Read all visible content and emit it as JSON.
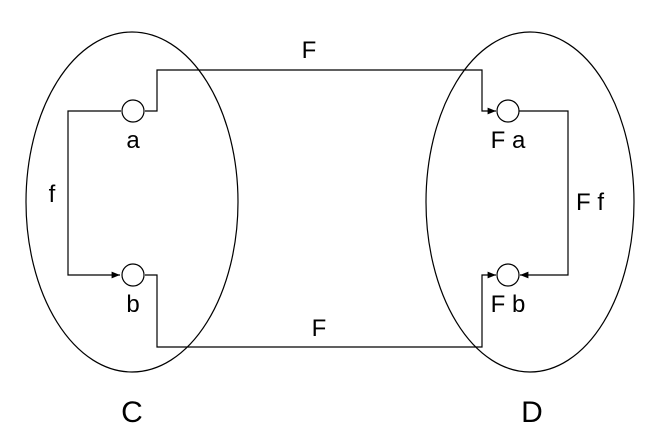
{
  "categories": {
    "source": {
      "name": "C",
      "objects": [
        "a",
        "b"
      ],
      "morphism": "f"
    },
    "target": {
      "name": "D",
      "objects": [
        "F a",
        "F b"
      ],
      "morphism": "F f"
    }
  },
  "functor": {
    "name": "F"
  },
  "edges": [
    {
      "from": "a",
      "to": "F a",
      "label": "F"
    },
    {
      "from": "b",
      "to": "F b",
      "label": "F"
    },
    {
      "from": "a",
      "to": "b",
      "label": "f"
    },
    {
      "from": "F a",
      "to": "F b",
      "label": "F f"
    }
  ],
  "colors": {
    "stroke": "#000000",
    "background": "#ffffff"
  }
}
